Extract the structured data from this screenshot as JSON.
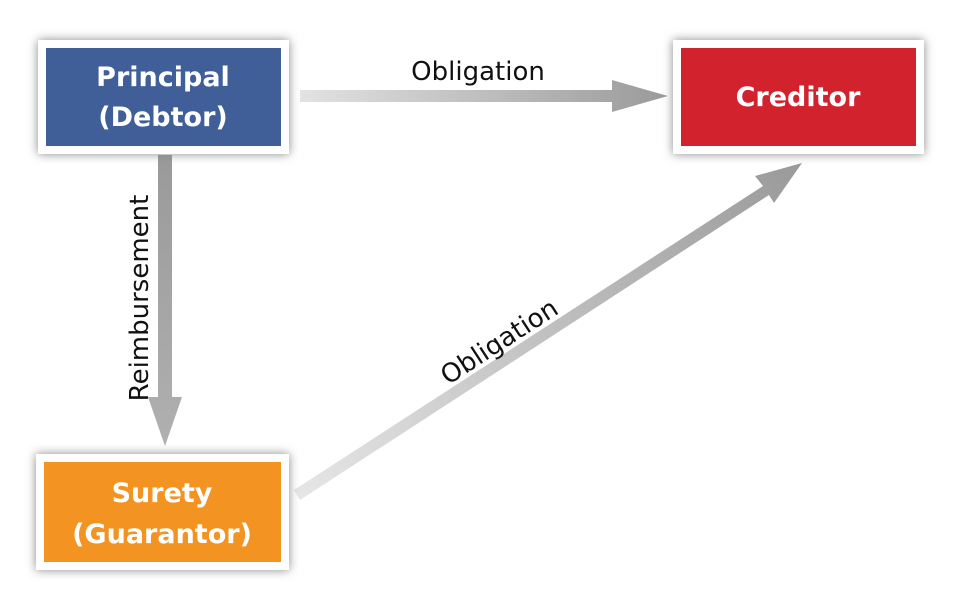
{
  "nodes": {
    "principal": {
      "line1": "Principal",
      "line2": "(Debtor)",
      "color": "#3F5F99"
    },
    "creditor": {
      "line1": "Creditor",
      "color": "#D2202E"
    },
    "surety": {
      "line1": "Surety",
      "line2": "(Guarantor)",
      "color": "#F39322"
    }
  },
  "edges": {
    "principal_to_creditor": {
      "label": "Obligation"
    },
    "principal_to_surety": {
      "label": "Reimbursement"
    },
    "surety_to_creditor": {
      "label": "Obligation"
    }
  },
  "colors": {
    "arrow_light": "#e2e2e2",
    "arrow_dark": "#9a9a9a",
    "box_border": "#ffffff",
    "box_shadow": "#8c8c8c"
  }
}
